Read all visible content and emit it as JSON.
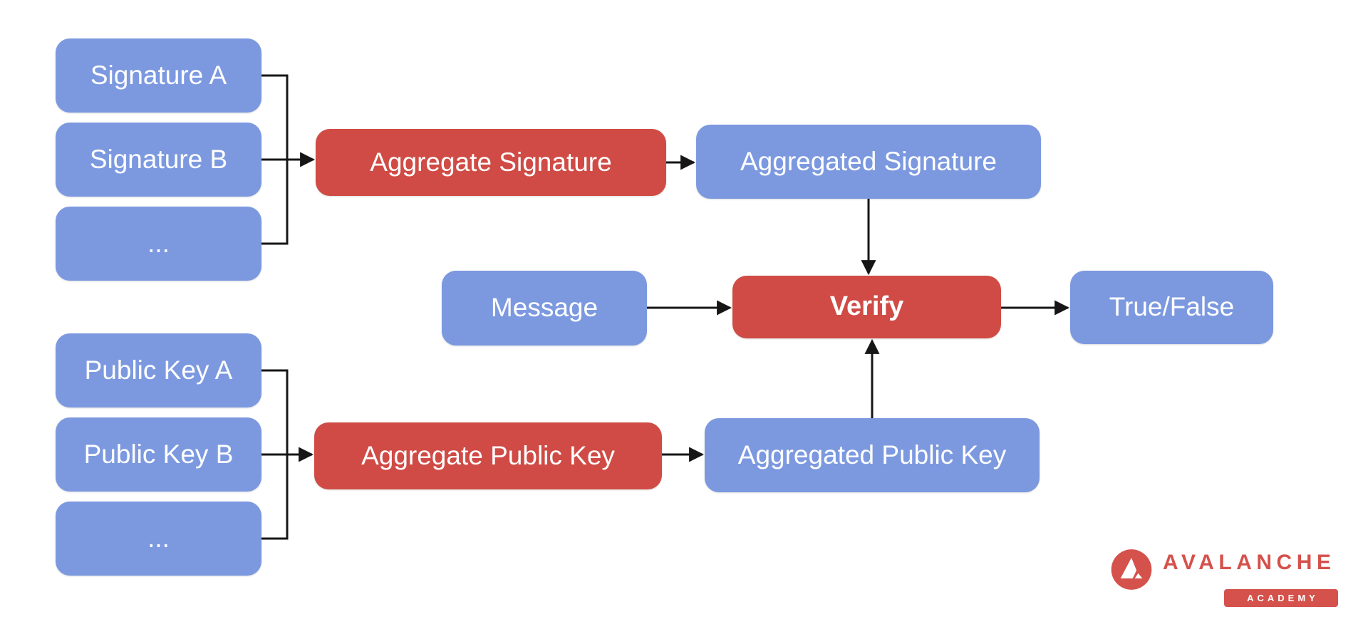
{
  "colors": {
    "blue": "#7C99E0",
    "red": "#D04B45",
    "logo_red": "#D5514B",
    "line": "#161616",
    "node_text": "#ffffff",
    "background": "#ffffff"
  },
  "nodes": [
    {
      "id": "sig-a",
      "label": "Signature A",
      "color": "blue"
    },
    {
      "id": "sig-b",
      "label": "Signature B",
      "color": "blue"
    },
    {
      "id": "sig-dots",
      "label": "...",
      "color": "blue"
    },
    {
      "id": "agg-sig",
      "label": "Aggregate Signature",
      "color": "red"
    },
    {
      "id": "aggregated-sig",
      "label": "Aggregated Signature",
      "color": "blue"
    },
    {
      "id": "message",
      "label": "Message",
      "color": "blue"
    },
    {
      "id": "verify",
      "label": "Verify",
      "color": "red"
    },
    {
      "id": "true-false",
      "label": "True/False",
      "color": "blue"
    },
    {
      "id": "pk-a",
      "label": "Public Key A",
      "color": "blue"
    },
    {
      "id": "pk-b",
      "label": "Public Key B",
      "color": "blue"
    },
    {
      "id": "pk-dots",
      "label": "...",
      "color": "blue"
    },
    {
      "id": "agg-pk",
      "label": "Aggregate Public Key",
      "color": "red"
    },
    {
      "id": "aggregated-pk",
      "label": "Aggregated Public Key",
      "color": "blue"
    }
  ],
  "edges": [
    "Signature A/B/... -> Aggregate Signature",
    "Aggregate Signature -> Aggregated Signature",
    "Aggregated Signature -> Verify",
    "Message -> Verify",
    "Public Key A/B/... -> Aggregate Public Key",
    "Aggregate Public Key -> Aggregated Public Key",
    "Aggregated Public Key -> Verify",
    "Verify -> True/False"
  ],
  "logo": {
    "brand": "AVALANCHE",
    "sub": "ACADEMY"
  }
}
